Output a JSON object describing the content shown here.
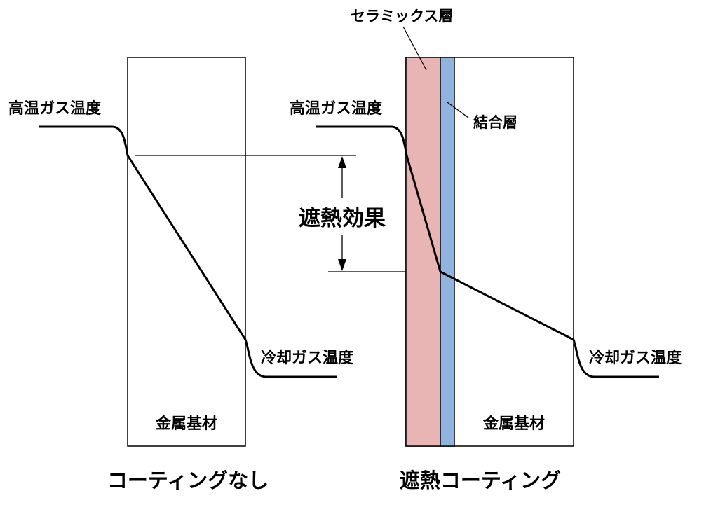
{
  "colors": {
    "ceramic_layer": "#e8b4b4",
    "bond_layer": "#8fb4e0",
    "line": "#000000",
    "background": "#ffffff"
  },
  "left_panel": {
    "hot_gas_label": "高温ガス温度",
    "cold_gas_label": "冷却ガス温度",
    "substrate_label": "金属基材",
    "caption": "コーティングなし"
  },
  "right_panel": {
    "hot_gas_label": "高温ガス温度",
    "cold_gas_label": "冷却ガス温度",
    "substrate_label": "金属基材",
    "ceramic_layer_label": "セラミックス層",
    "bond_layer_label": "結合層",
    "caption": "遮熱コーティング"
  },
  "effect_label": "遮熱効果"
}
